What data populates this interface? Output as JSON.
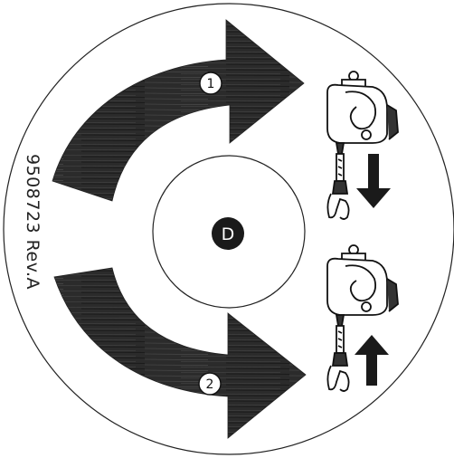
{
  "label": {
    "part_number": "9508723 Rev.A",
    "center": "D",
    "step1": "1",
    "step2": "2"
  },
  "colors": {
    "ink": "#1a1a1a",
    "arrow": "#2a2a2a",
    "background": "#ffffff"
  },
  "icons": {
    "upper_device": "retractable-lifeline-icon",
    "lower_device": "retractable-lifeline-icon",
    "down_arrow": "arrow-down-icon",
    "up_arrow": "arrow-up-icon"
  }
}
